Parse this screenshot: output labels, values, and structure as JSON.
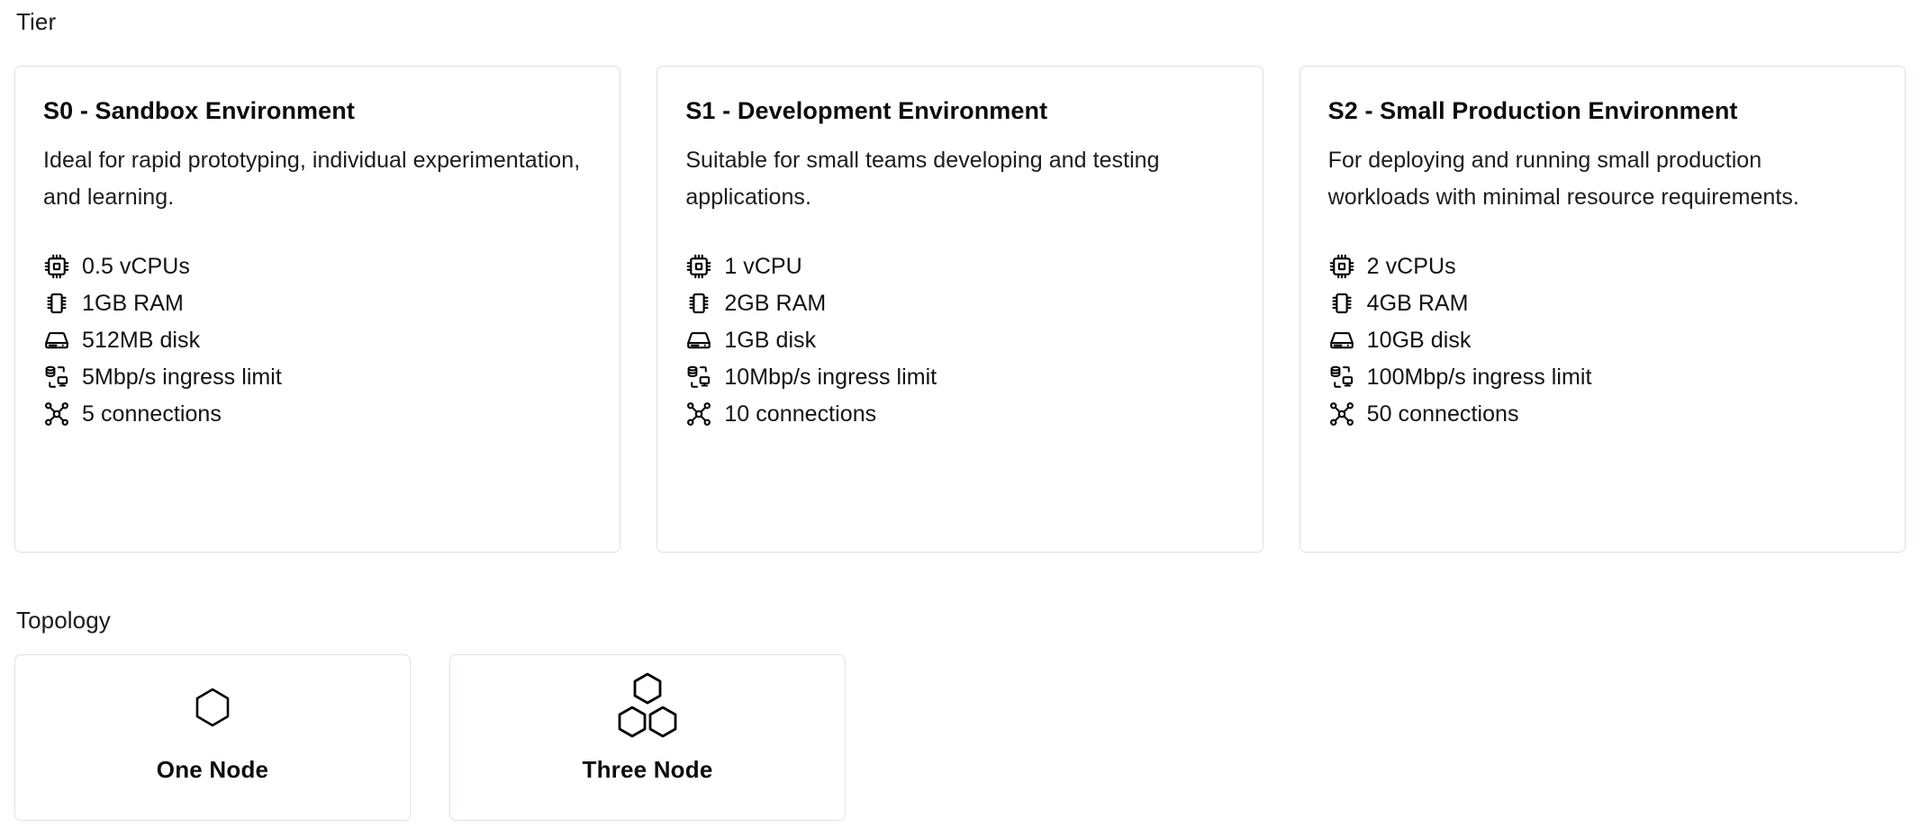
{
  "tier": {
    "label": "Tier",
    "cards": [
      {
        "title": "S0 - Sandbox Environment",
        "description": "Ideal for rapid prototyping, individual experimentation, and learning.",
        "specs": [
          {
            "icon": "cpu-icon",
            "text": "0.5 vCPUs"
          },
          {
            "icon": "memory-icon",
            "text": "1GB RAM"
          },
          {
            "icon": "harddrive-icon",
            "text": "512MB disk"
          },
          {
            "icon": "network-transfer-icon",
            "text": "5Mbp/s ingress limit"
          },
          {
            "icon": "connections-icon",
            "text": "5 connections"
          }
        ]
      },
      {
        "title": "S1 - Development Environment",
        "description": "Suitable for small teams developing and testing applications.",
        "specs": [
          {
            "icon": "cpu-icon",
            "text": "1 vCPU"
          },
          {
            "icon": "memory-icon",
            "text": "2GB RAM"
          },
          {
            "icon": "harddrive-icon",
            "text": "1GB disk"
          },
          {
            "icon": "network-transfer-icon",
            "text": "10Mbp/s ingress limit"
          },
          {
            "icon": "connections-icon",
            "text": "10 connections"
          }
        ]
      },
      {
        "title": "S2 - Small Production Environment",
        "description": "For deploying and running small production workloads with minimal resource requirements.",
        "specs": [
          {
            "icon": "cpu-icon",
            "text": "2 vCPUs"
          },
          {
            "icon": "memory-icon",
            "text": "4GB RAM"
          },
          {
            "icon": "harddrive-icon",
            "text": "10GB disk"
          },
          {
            "icon": "network-transfer-icon",
            "text": "100Mbp/s ingress limit"
          },
          {
            "icon": "connections-icon",
            "text": "50 connections"
          }
        ]
      }
    ]
  },
  "topology": {
    "label": "Topology",
    "options": [
      {
        "label": "One Node",
        "icon": "single-hexagon-icon"
      },
      {
        "label": "Three Node",
        "icon": "triple-hexagon-icon"
      }
    ]
  },
  "colors": {
    "card_border": "#dbe2e7",
    "text_primary": "#111111",
    "background": "#ffffff"
  }
}
